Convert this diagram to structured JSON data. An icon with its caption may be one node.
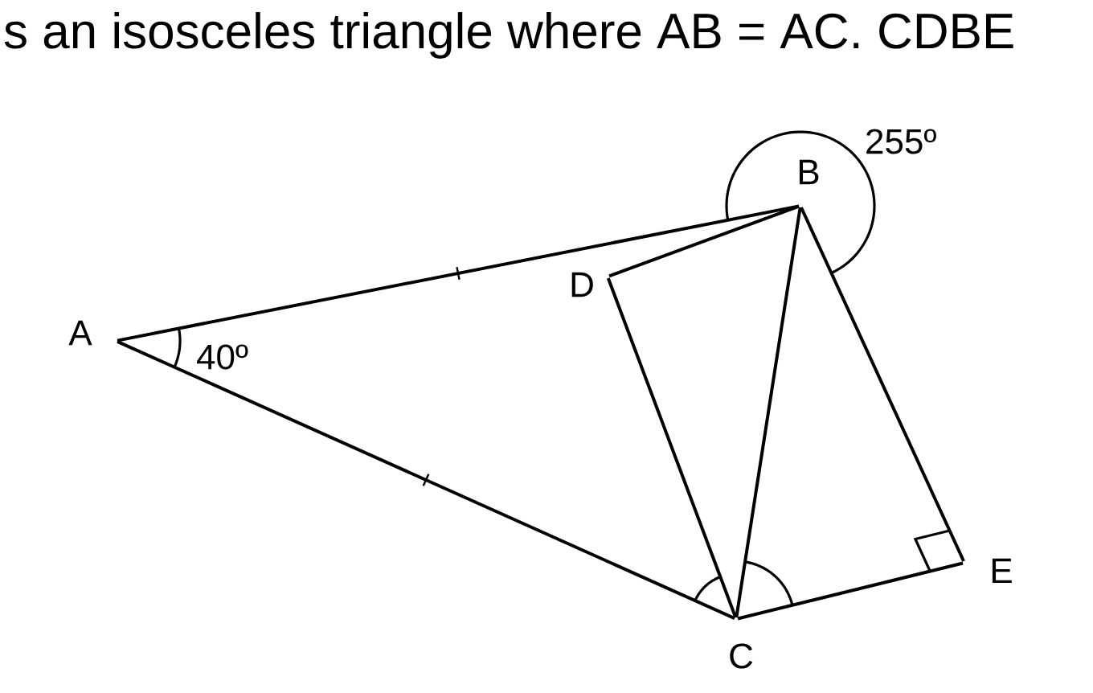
{
  "diagram": {
    "nodes": [
      {
        "text": [
          "A"
        ]
      },
      {
        "text": [
          "B"
        ]
      },
      {
        "text": [
          "D"
        ]
      },
      {
        "text": [
          "C"
        ]
      },
      {
        "text": [
          "E"
        ]
      }
    ],
    "edges": [
      {
        "from": 0,
        "to": 1,
        "arrow": "none"
      },
      {
        "from": 0,
        "to": 3,
        "arrow": "none"
      },
      {
        "from": 1,
        "to": 3,
        "arrow": "none"
      },
      {
        "from": 2,
        "to": 3,
        "arrow": "none"
      },
      {
        "from": 2,
        "to": 1,
        "arrow": "none"
      },
      {
        "from": 1,
        "to": 4,
        "arrow": "none"
      },
      {
        "from": 3,
        "to": 4,
        "arrow": "none"
      }
    ],
    "labels": [
      "s an isosceles triangle where AB = AC. CDBE",
      "255º",
      "40º"
    ]
  }
}
